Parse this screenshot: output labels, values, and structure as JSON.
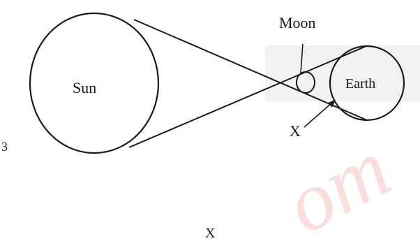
{
  "labels": {
    "sun": "Sun",
    "moon": "Moon",
    "earth": "Earth",
    "x_point": "X",
    "question_number": "3",
    "bottom_x": "X"
  },
  "watermark": {
    "text": "om",
    "color": "#f4b6b6"
  },
  "colors": {
    "ink": "#1a1a1a",
    "background": "#ffffff"
  }
}
